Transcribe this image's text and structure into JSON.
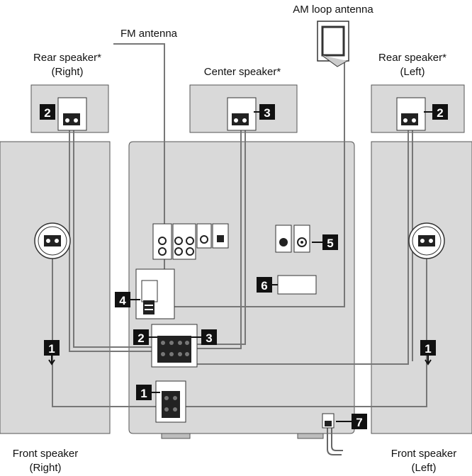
{
  "labels": {
    "am_antenna": "AM loop antenna",
    "fm_antenna": "FM antenna",
    "rear_right_line1": "Rear speaker*",
    "rear_right_line2": "(Right)",
    "center": "Center speaker*",
    "rear_left_line1": "Rear speaker*",
    "rear_left_line2": "(Left)",
    "front_right_line1": "Front speaker",
    "front_right_line2": "(Right)",
    "front_left_line1": "Front speaker",
    "front_left_line2": "(Left)"
  },
  "badges": {
    "b1": "1",
    "b2": "2",
    "b3": "3",
    "b4": "4",
    "b5": "5",
    "b6": "6",
    "b7": "7"
  },
  "colors": {
    "panel_fill": "#d9d9d9",
    "panel_stroke": "#555555",
    "wire": "#777777",
    "badge": "#111111"
  }
}
